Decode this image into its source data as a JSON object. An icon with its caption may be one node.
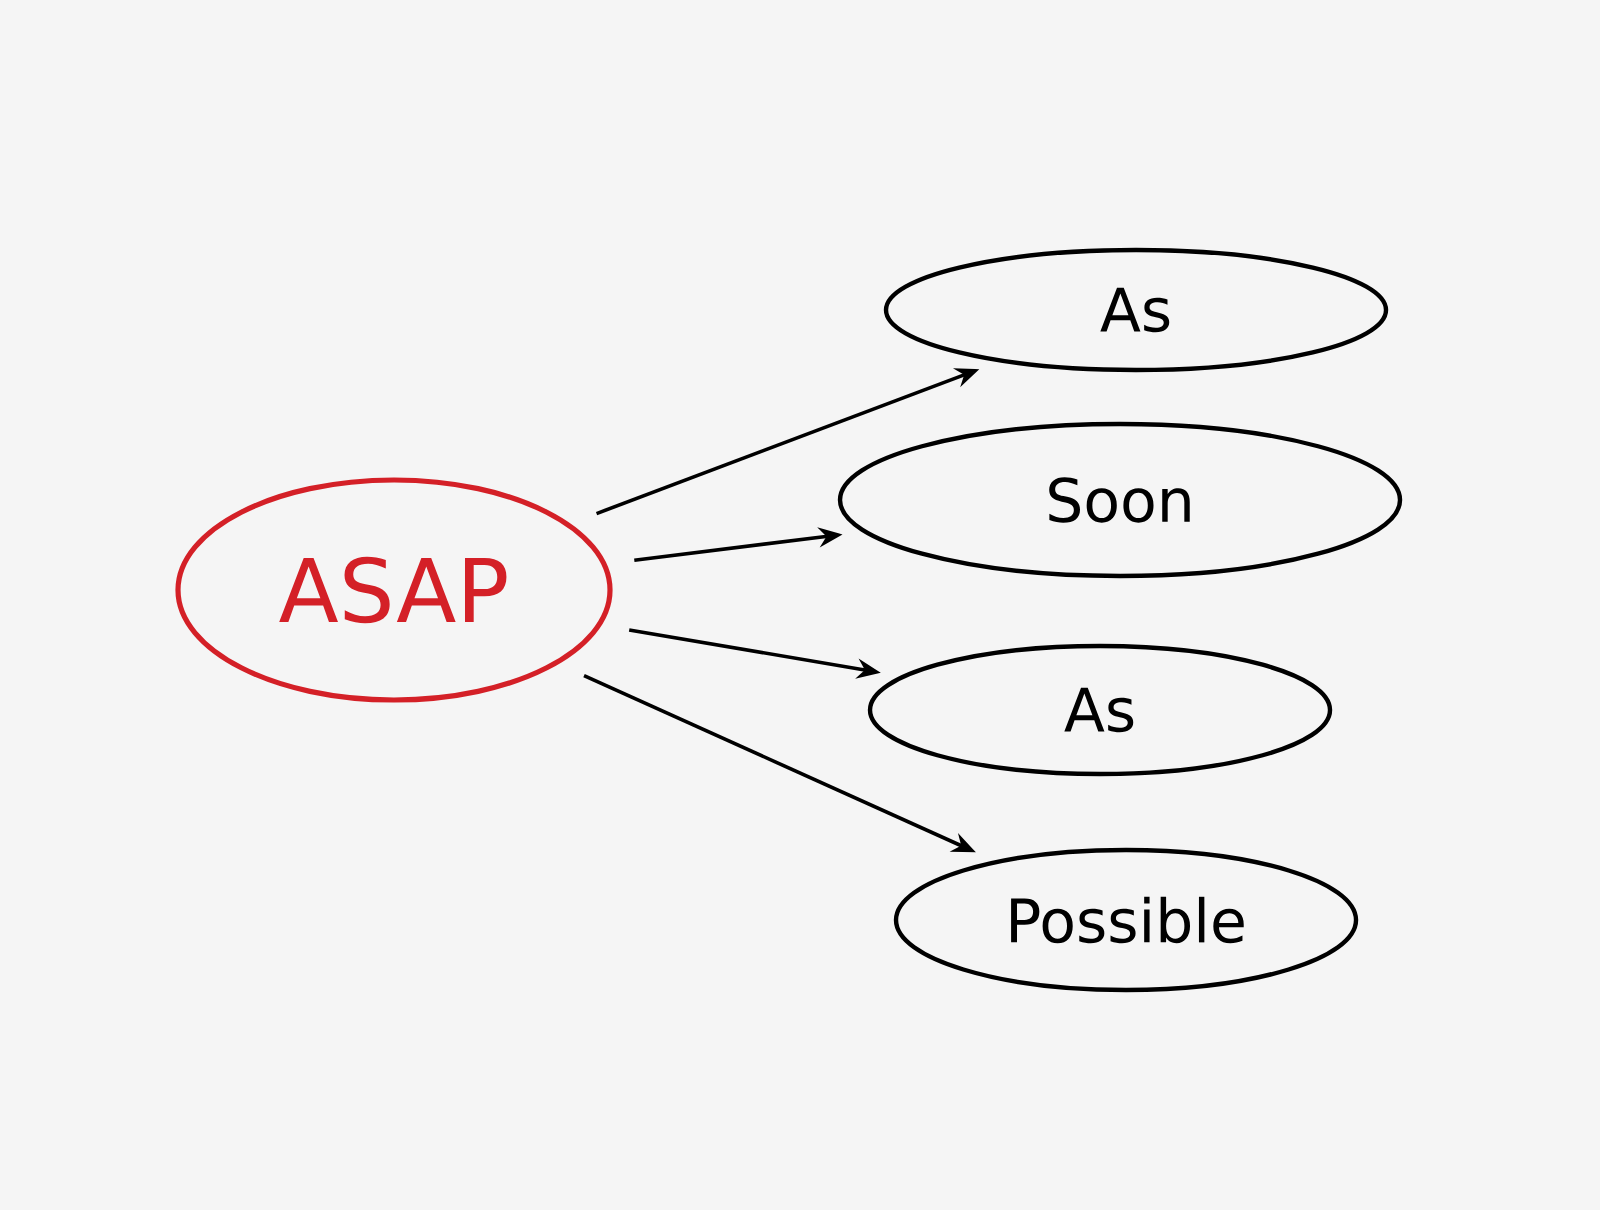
{
  "diagram": {
    "nodes": [
      {
        "text": [
          "ASAP"
        ]
      },
      {
        "text": [
          "As"
        ]
      },
      {
        "text": [
          "Soon"
        ]
      },
      {
        "text": [
          "As"
        ]
      },
      {
        "text": [
          "Possible"
        ]
      }
    ],
    "edges": [
      {
        "from": 0,
        "to": 1,
        "arrow": "to"
      },
      {
        "from": 0,
        "to": 2,
        "arrow": "to"
      },
      {
        "from": 0,
        "to": 3,
        "arrow": "to"
      },
      {
        "from": 0,
        "to": 4,
        "arrow": "to"
      }
    ]
  }
}
